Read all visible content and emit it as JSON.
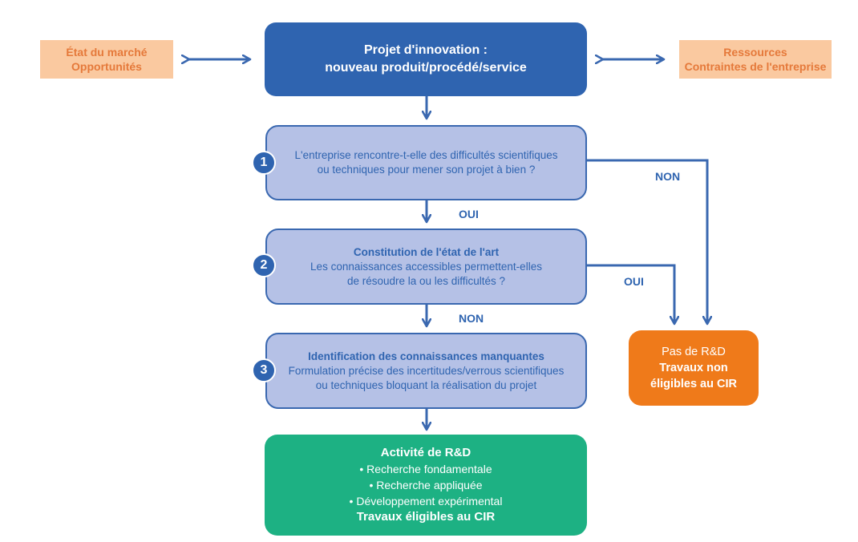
{
  "side_left": {
    "line1": "État du marché",
    "line2": "Opportunités"
  },
  "side_right": {
    "line1": "Ressources",
    "line2": "Contraintes de l'entreprise"
  },
  "project": {
    "line1": "Projet d'innovation :",
    "line2": "nouveau produit/procédé/service"
  },
  "step1": {
    "number": "1",
    "line1": "L'entreprise rencontre-t-elle des difficultés scientifiques",
    "line2": "ou techniques pour mener son projet à bien ?"
  },
  "step2": {
    "number": "2",
    "title": "Constitution de l'état de l'art",
    "line1": "Les connaissances accessibles permettent-elles",
    "line2": "de résoudre la ou les difficultés ?"
  },
  "step3": {
    "number": "3",
    "title": "Identification des connaissances manquantes",
    "line1": "Formulation précise des incertitudes/verrous scientifiques",
    "line2": "ou techniques bloquant la réalisation du projet"
  },
  "rd_activity": {
    "title": "Activité de R&D",
    "items": [
      "• Recherche fondamentale",
      "• Recherche appliquée",
      "• Développement expérimental"
    ],
    "footer": "Travaux éligibles au CIR"
  },
  "no_rd": {
    "line1": "Pas de R&D",
    "line2": "Travaux non",
    "line3": "éligibles au CIR"
  },
  "labels": {
    "oui_after_step1": "OUI",
    "non_after_step2": "NON",
    "non_from_step1": "NON",
    "oui_from_step2": "OUI"
  },
  "colors": {
    "primary_blue": "#2f64b0",
    "step_fill": "#b5c1e6",
    "peach": "#fac9a0",
    "orange_text": "#e5793a",
    "green": "#1db183",
    "orange": "#ef7a1a"
  }
}
